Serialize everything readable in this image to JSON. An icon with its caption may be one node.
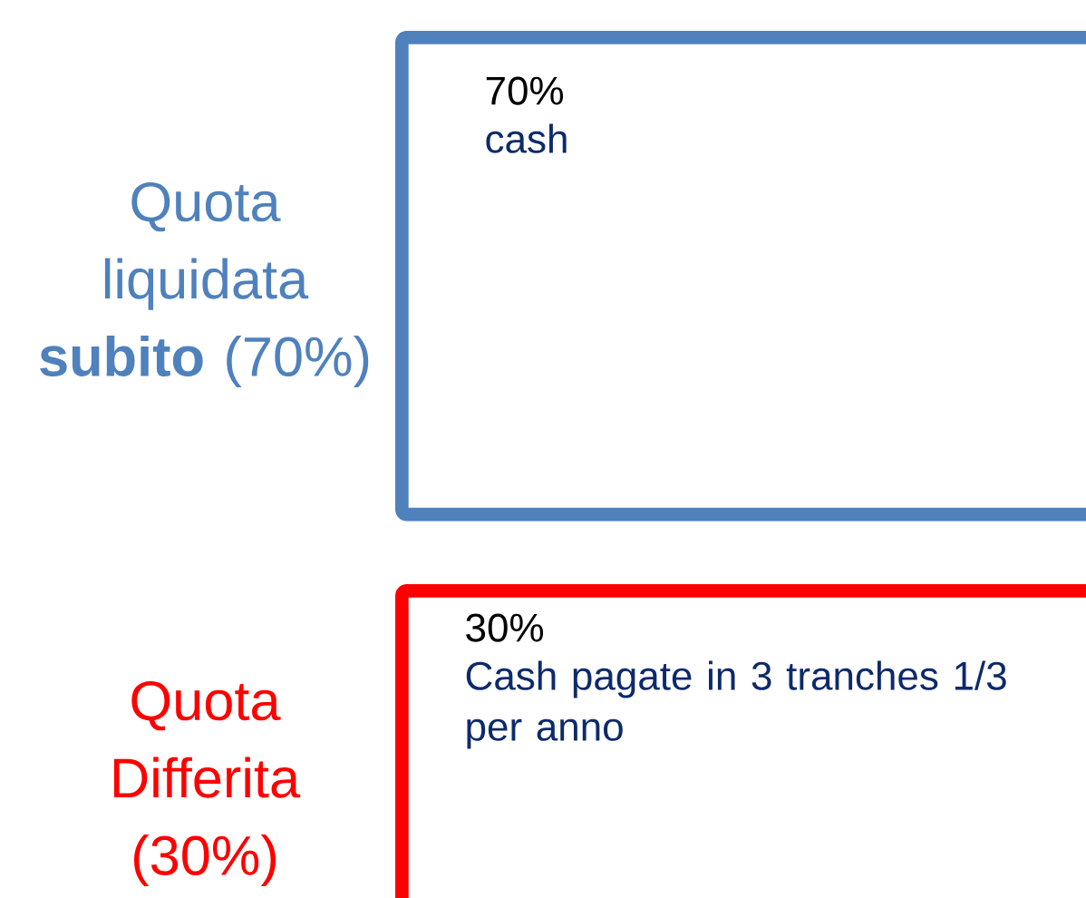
{
  "diagram": {
    "nodes": [
      {
        "text": [
          "70%",
          "cash"
        ],
        "beside": [
          "Quota liquidata **subito** (70%)"
        ]
      },
      {
        "text": [
          "30%",
          "Cash pagate in 3 tranches 1/3 per anno"
        ],
        "beside": [
          "Quota Differita (30%)"
        ]
      }
    ]
  }
}
